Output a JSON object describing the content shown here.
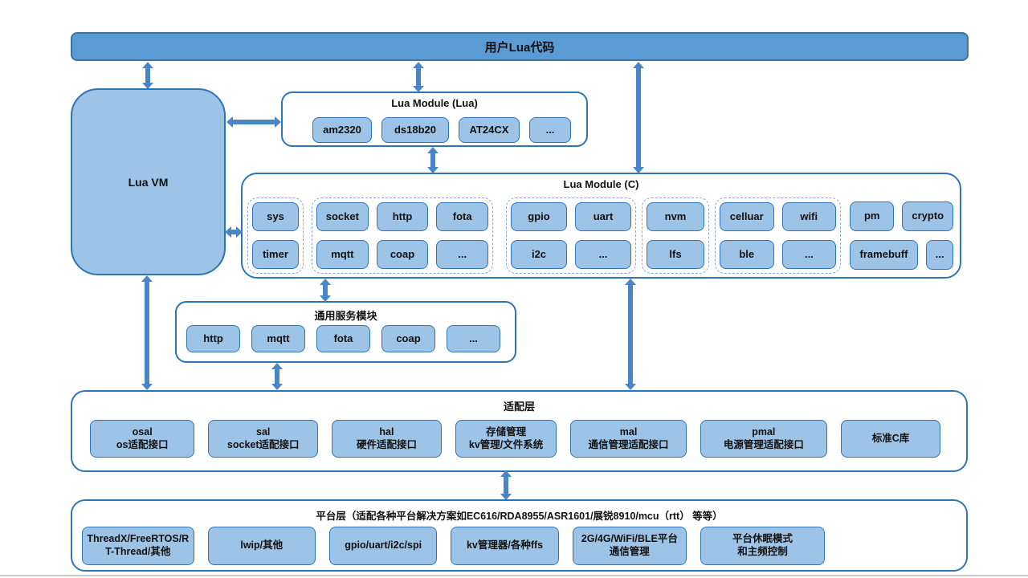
{
  "colors": {
    "bar_fill": "#5b9bd5",
    "box_fill": "#9dc3e6",
    "box_border": "#2e75b6",
    "dashed_border": "#8faadc",
    "arrow": "#4a86c5",
    "text": "#111111"
  },
  "top_bar": {
    "label": "用户Lua代码"
  },
  "lua_vm": {
    "label": "Lua VM"
  },
  "lua_module_lua": {
    "title": "Lua Module (Lua)",
    "items": [
      "am2320",
      "ds18b20",
      "AT24CX",
      "..."
    ]
  },
  "lua_module_c": {
    "title": "Lua Module (C)",
    "groups": [
      {
        "style": "dashed",
        "row1": [
          "sys"
        ],
        "row2": [
          "timer"
        ]
      },
      {
        "style": "dashed",
        "row1": [
          "socket",
          "http",
          "fota"
        ],
        "row2": [
          "mqtt",
          "coap",
          "..."
        ]
      },
      {
        "style": "dashed",
        "row1": [
          "gpio",
          "uart"
        ],
        "row2": [
          "i2c",
          "..."
        ]
      },
      {
        "style": "dashed",
        "row1": [
          "nvm"
        ],
        "row2": [
          "lfs"
        ]
      },
      {
        "style": "dashed",
        "row1": [
          "celluar",
          "wifi"
        ],
        "row2": [
          "ble",
          "..."
        ]
      },
      {
        "style": "plain",
        "row1": [
          "pm",
          "crypto"
        ],
        "row2": [
          "framebuff",
          "..."
        ]
      }
    ]
  },
  "common_services": {
    "title": "通用服务模块",
    "items": [
      "http",
      "mqtt",
      "fota",
      "coap",
      "..."
    ]
  },
  "adapter_layer": {
    "title": "适配层",
    "items": [
      {
        "line1": "osal",
        "line2": "os适配接口"
      },
      {
        "line1": "sal",
        "line2": "socket适配接口"
      },
      {
        "line1": "hal",
        "line2": "硬件适配接口"
      },
      {
        "line1": "存储管理",
        "line2": "kv管理/文件系统"
      },
      {
        "line1": "mal",
        "line2": "通信管理适配接口"
      },
      {
        "line1": "pmal",
        "line2": "电源管理适配接口"
      },
      {
        "line1": "标准C库",
        "line2": ""
      }
    ]
  },
  "platform_layer": {
    "title": "平台层（适配各种平台解决方案如EC616/RDA8955/ASR1601/展锐8910/mcu（rtt） 等等）",
    "items": [
      {
        "label": "ThreadX/FreeRTOS/RT-Thread/其他"
      },
      {
        "label": "lwip/其他"
      },
      {
        "label": "gpio/uart/i2c/spi"
      },
      {
        "label": "kv管理器/各种ffs"
      },
      {
        "label": "2G/4G/WiFi/BLE平台通信管理"
      },
      {
        "label": "平台休眠模式",
        "label2": "和主频控制"
      }
    ]
  }
}
